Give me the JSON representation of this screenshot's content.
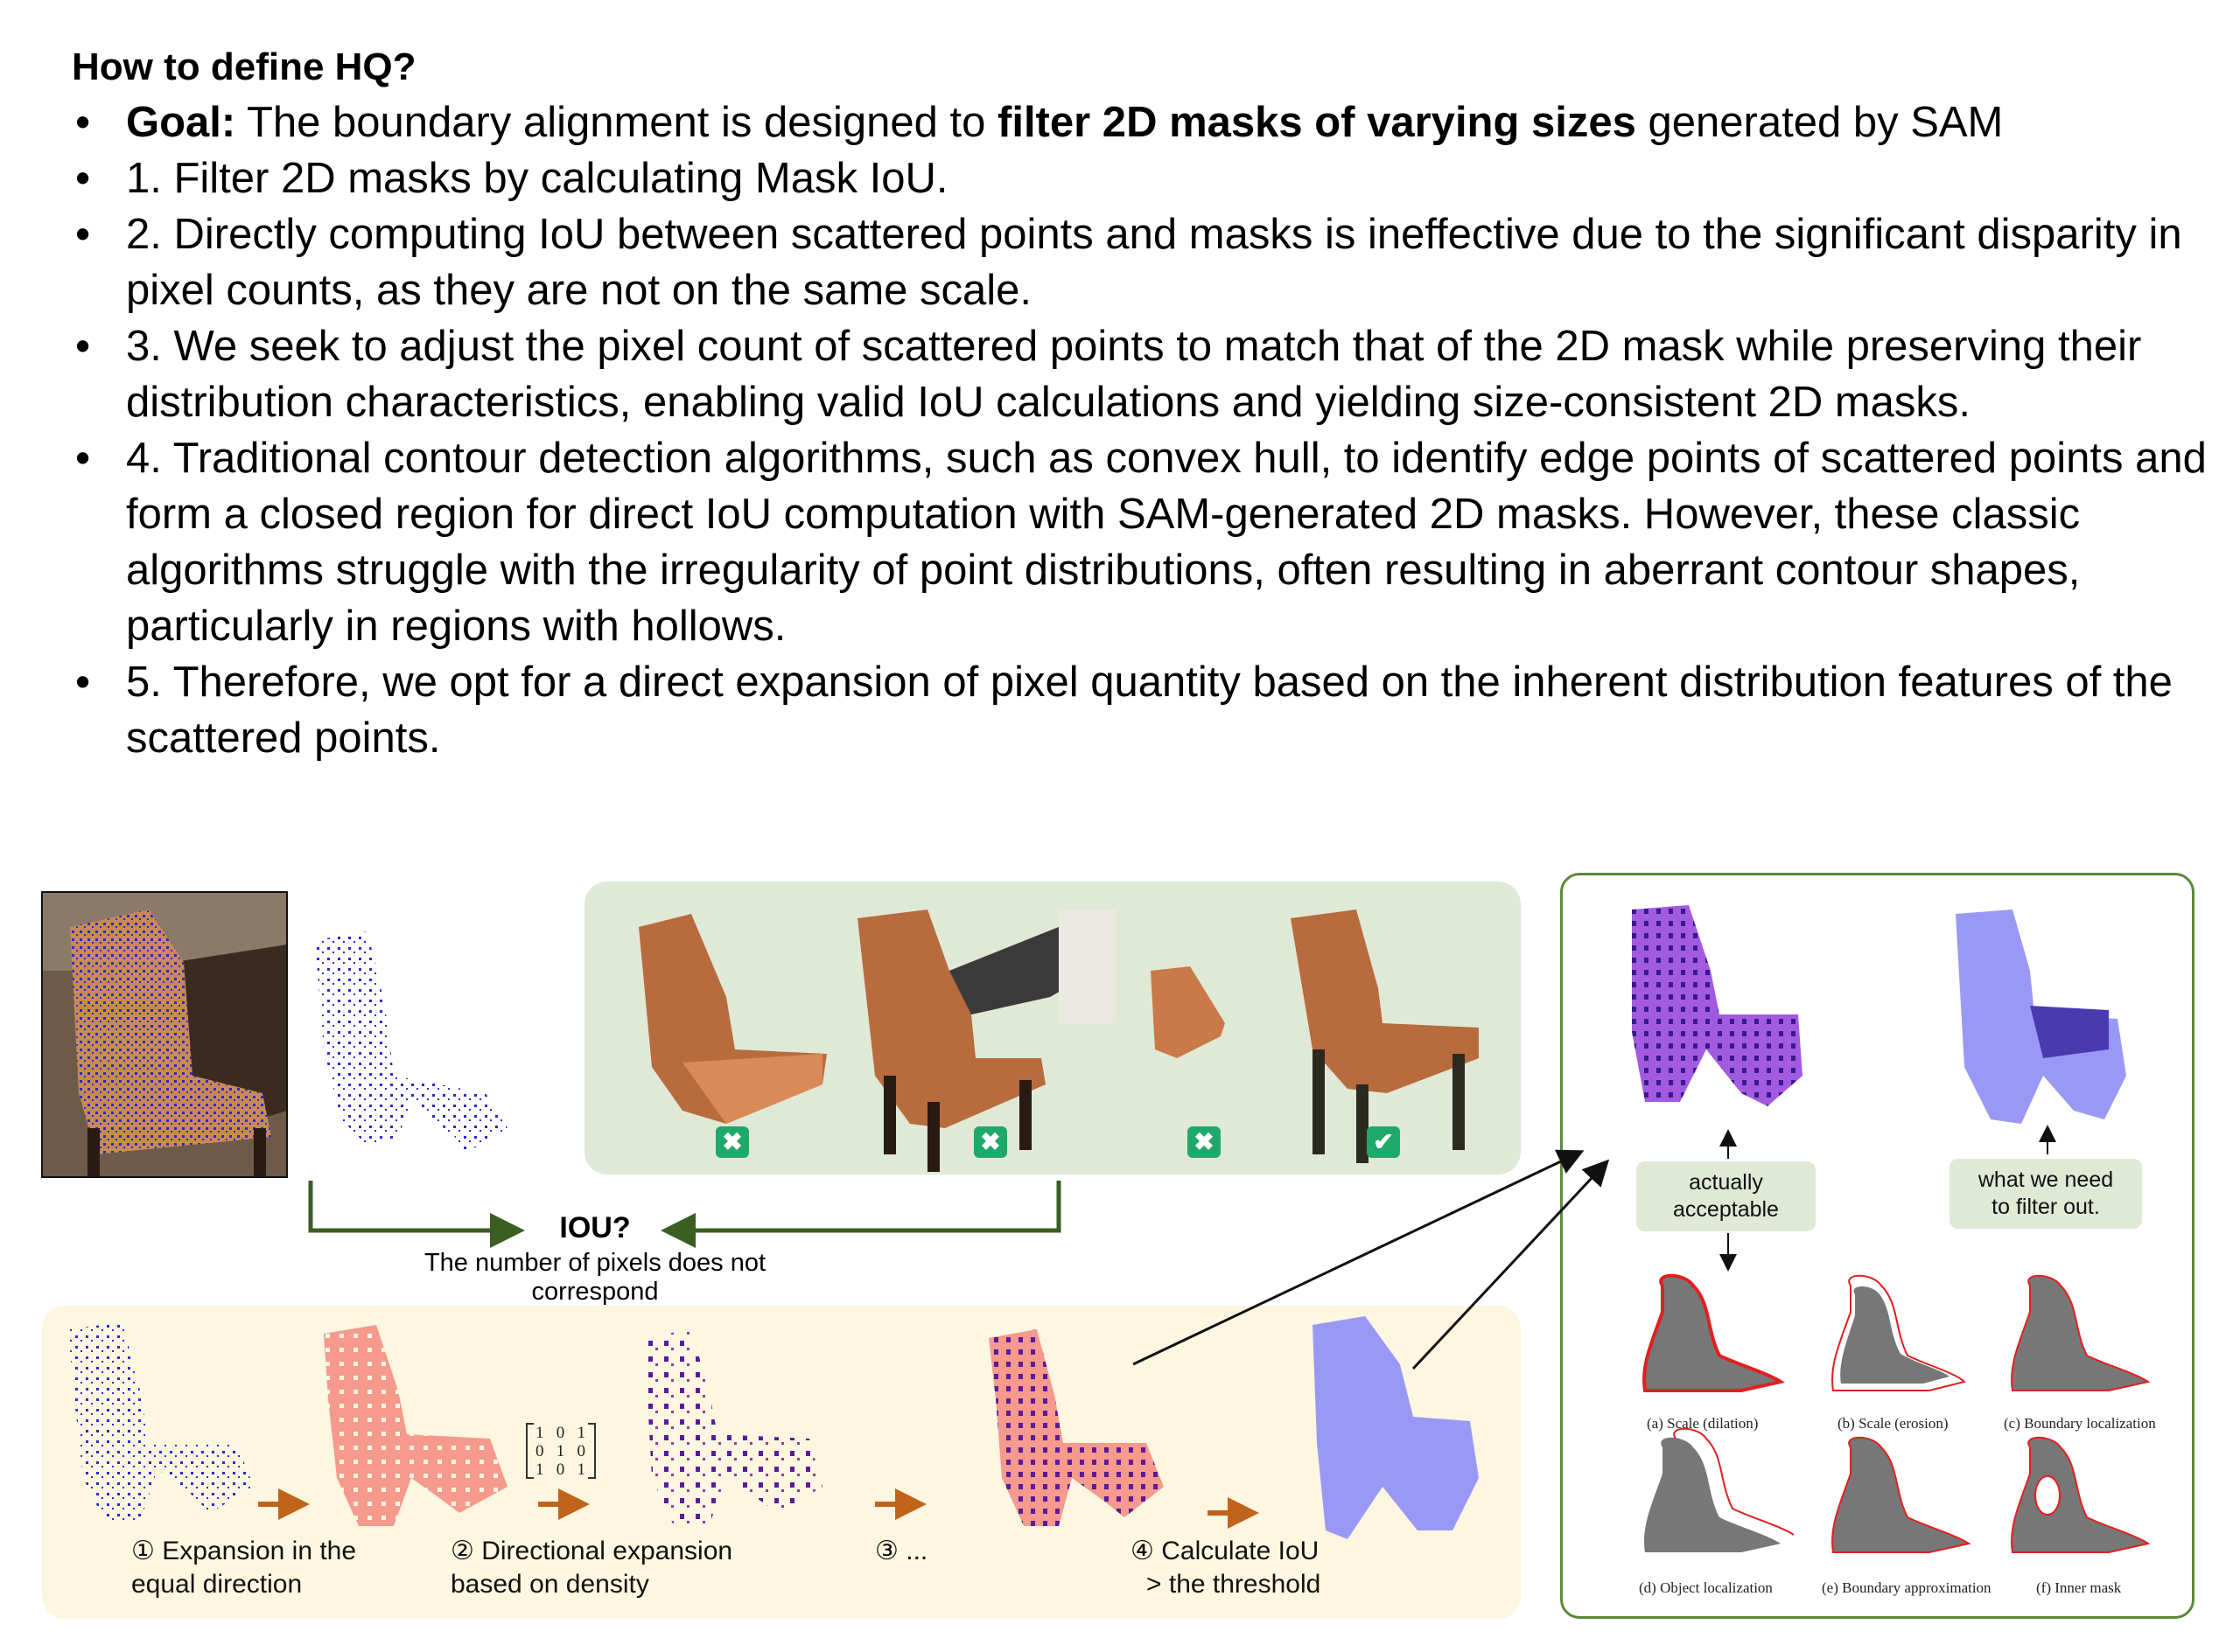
{
  "heading": "How to define HQ?",
  "bullets": {
    "goal_label": "Goal:",
    "goal_pre": " The boundary alignment is designed to ",
    "goal_bold": "filter 2D masks of varying sizes",
    "goal_post": " generated by SAM",
    "b1": "1. Filter 2D masks by calculating Mask IoU.",
    "b2": "2. Directly computing IoU between scattered points and masks is ineffective due to the significant disparity in pixel counts, as they are not on the same scale.",
    "b3": "3. We seek to adjust the pixel count of scattered points to match that of the 2D mask while preserving their distribution characteristics, enabling valid IoU calculations and yielding size-consistent 2D masks.",
    "b4": "4. Traditional contour detection algorithms, such as convex hull, to identify edge points of scattered points and form a closed region for direct IoU computation with SAM-generated 2D masks. However, these classic algorithms struggle with the irregularity of point distributions, often resulting in aberrant contour shapes, particularly in regions with hollows.",
    "b5": "5. Therefore, we opt for a direct expansion of pixel quantity based on the inherent distribution features of the scattered points."
  },
  "figure": {
    "iou_title": "IOU?",
    "iou_subtitle": "The number of pixels does not correspond",
    "steps": {
      "s1_line1": "① Expansion in the",
      "s1_line2": "equal direction",
      "s2_line1": "② Directional expansion",
      "s2_line2": "based on density",
      "s3": "③ ...",
      "s4_line1": "④ Calculate IoU",
      "s4_line2": "> the threshold"
    },
    "matrix": [
      "1   0   1",
      "0   1   0",
      "1   0   1"
    ],
    "candidate_marks": [
      "✖",
      "✖",
      "✖",
      "✔"
    ],
    "notes": {
      "acceptable_l1": "actually",
      "acceptable_l2": "acceptable",
      "filter_l1": "what we need",
      "filter_l2": "to filter out."
    },
    "captions": {
      "a": "(a) Scale (dilation)",
      "b": "(b) Scale (erosion)",
      "c": "(c) Boundary localization",
      "d": "(d) Object localization",
      "e": "(e) Boundary approximation",
      "f": "(f) Inner mask"
    }
  },
  "colors": {
    "green_panel": "#dfe9d6",
    "yellow_panel": "#fdf6e1",
    "arrow_green": "#3b5f22",
    "arrow_orange": "#c0641c",
    "points_blue": "#2a2ad0",
    "mask_pink": "#f59a8c",
    "mask_lavender": "#9999f5",
    "chair_brown": "#b86b3d",
    "check_green": "#1ea96a"
  }
}
